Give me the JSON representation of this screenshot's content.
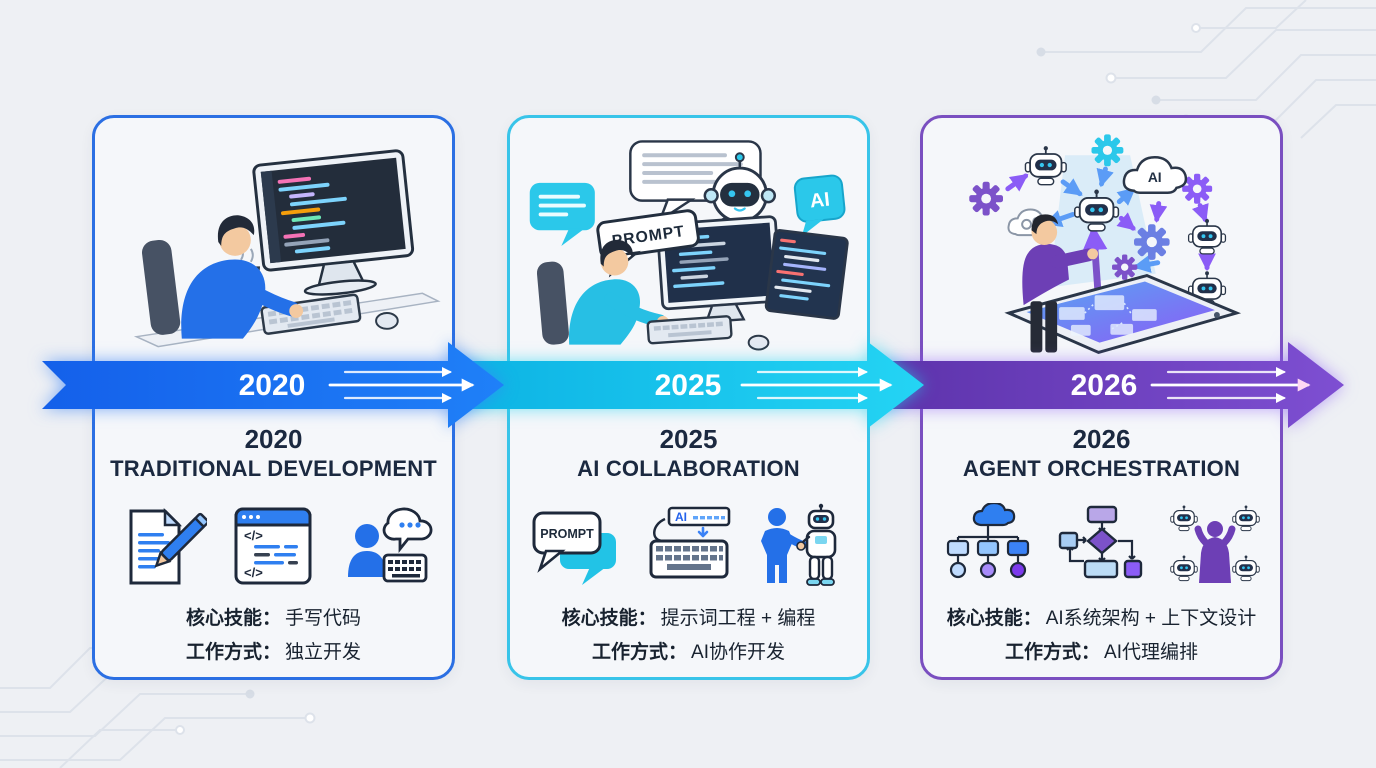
{
  "timeline": {
    "segments": [
      {
        "year": "2020",
        "color": "#1a6df2"
      },
      {
        "year": "2025",
        "color": "#12c4ec"
      },
      {
        "year": "2026",
        "color": "#6a3db8"
      }
    ]
  },
  "cards": [
    {
      "year": "2020",
      "title": "TRADITIONAL DEVELOPMENT",
      "core_skill_label": "核心技能：",
      "core_skill_value": "手写代码",
      "work_mode_label": "工作方式：",
      "work_mode_value": "独立开发",
      "icons": [
        "document-pen",
        "code-window",
        "person-chat-keyboard"
      ]
    },
    {
      "year": "2025",
      "title": "AI COLLABORATION",
      "core_skill_label": "核心技能：",
      "core_skill_value": "提示词工程 + 编程",
      "work_mode_label": "工作方式：",
      "work_mode_value": "AI协作开发",
      "icons": [
        "prompt-bubbles",
        "ai-autocomplete-keyboard",
        "human-robot-handshake"
      ]
    },
    {
      "year": "2026",
      "title": "AGENT ORCHESTRATION",
      "core_skill_label": "核心技能：",
      "core_skill_value": "AI系统架构 + 上下文设计",
      "work_mode_label": "工作方式：",
      "work_mode_value": "AI代理编排",
      "icons": [
        "agent-hierarchy-tree",
        "flowchart",
        "conductor-robots"
      ]
    }
  ],
  "labels": {
    "prompt": "PROMPT",
    "ai": "AI",
    "code_tag": "</>"
  },
  "colors": {
    "card_blue_border": "#2b6fe3",
    "card_cyan_border": "#38c4e9",
    "card_purple_border": "#7a4fc0",
    "arrow_blue": "#1a6df2",
    "arrow_cyan": "#12c4ec",
    "arrow_purple": "#6a3db8",
    "title_text": "#1b2940"
  }
}
